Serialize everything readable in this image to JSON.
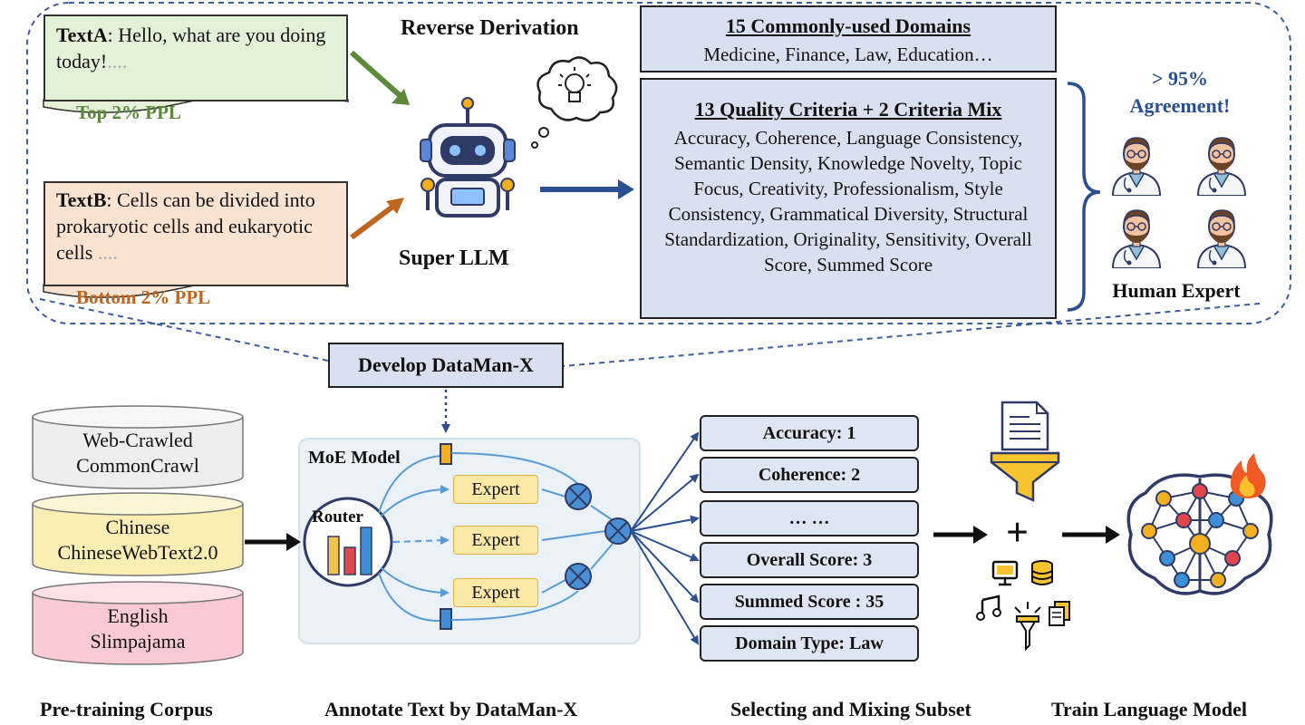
{
  "texts": {
    "textA_label": "TextA",
    "textA_body": ": Hello, what are you doing today!",
    "textA_dots": "....",
    "textA_ppl": "Top 2% PPL",
    "textB_label": "TextB",
    "textB_body": ": Cells can be divided into prokaryotic cells and eukaryotic cells",
    "textB_dots": "....",
    "textB_ppl": "Bottom 2% PPL"
  },
  "reverse_derivation": "Reverse Derivation",
  "super_llm": "Super LLM",
  "domains": {
    "title": "15 Commonly-used Domains",
    "list": "Medicine, Finance, Law, Education…"
  },
  "criteria": {
    "title": "13 Quality Criteria + 2 Criteria Mix",
    "list": "Accuracy, Coherence, Language Consistency, Semantic Density, Knowledge Novelty, Topic Focus, Creativity, Professionalism, Style Consistency, Grammatical Diversity, Structural Standardization, Originality, Sensitivity, Overall Score, Summed Score"
  },
  "agreement": {
    "line1": "> 95%",
    "line2": "Agreement!",
    "expert_label": "Human Expert"
  },
  "develop": "Develop DataMan-X",
  "corpus": [
    {
      "line1": "Web-Crawled",
      "line2": "CommonCrawl",
      "fill": "#eeeeee",
      "top": "#f7f7f7"
    },
    {
      "line1": "Chinese",
      "line2": "ChineseWebText2.0",
      "fill": "#fbeeb5",
      "top": "#fdf6d6"
    },
    {
      "line1": "English",
      "line2": "Slimpajama",
      "fill": "#f9c9d6",
      "top": "#fce1e8"
    }
  ],
  "moe": {
    "title": "MoE Model",
    "router": "Router",
    "expert": "Expert"
  },
  "scores": [
    "Accuracy: 1",
    "Coherence: 2",
    "… …",
    "Overall Score: 3",
    "Summed Score : 35",
    "Domain Type: Law"
  ],
  "plus": "+",
  "stages": {
    "s1": "Pre-training Corpus",
    "s2": "Annotate Text by DataMan-X",
    "s3": "Selecting and Mixing Subset",
    "s4": "Train Language Model"
  },
  "colors": {
    "green": "#5c8a3a",
    "orange": "#c0651e",
    "navy": "#2b4f91",
    "panel": "#d9e1f0",
    "dash": "#3e5ea3"
  },
  "icons": [
    "robot-icon",
    "lightbulb-thought-icon",
    "doctor-icon",
    "funnel-icon",
    "neural-brain-icon",
    "fire-icon",
    "music-icon",
    "database-icon",
    "monitor-icon"
  ]
}
